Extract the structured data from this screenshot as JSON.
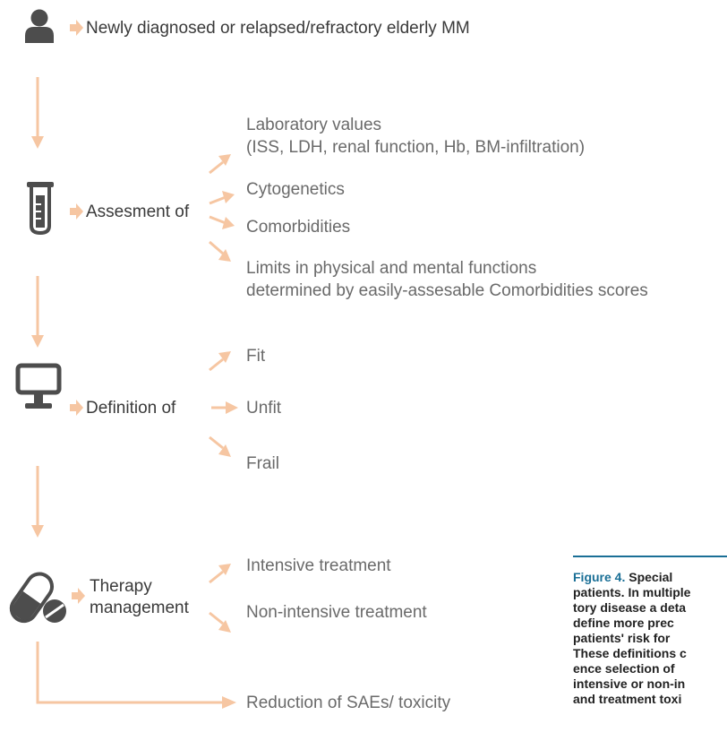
{
  "accent_color": "#f6c6a2",
  "icon_color": "#4d4d4d",
  "steps": {
    "population": {
      "icon": "person-icon",
      "label": "Newly diagnosed or relapsed/refractory elderly MM"
    },
    "assessment": {
      "icon": "test-tube-icon",
      "label": "Assesment of",
      "items": [
        {
          "line1": "Laboratory values",
          "line2": "(ISS, LDH, renal function, Hb, BM-infiltration)"
        },
        {
          "line1": "Cytogenetics"
        },
        {
          "line1": "Comorbidities"
        },
        {
          "line1": "Limits in physical and mental functions",
          "line2": "determined by easily-assesable Comorbidities scores"
        }
      ]
    },
    "definition": {
      "icon": "monitor-icon",
      "label": "Definition of",
      "items": [
        "Fit",
        "Unfit",
        "Frail"
      ]
    },
    "therapy": {
      "icon": "pills-icon",
      "label_line1": "Therapy",
      "label_line2": "management",
      "items": [
        "Intensive treatment",
        "Non-intensive treatment"
      ]
    },
    "outcome": {
      "label": "Reduction of  SAEs/ toxicity"
    }
  },
  "caption": {
    "figure_label": "Figure 4.",
    "lines": [
      "Special",
      "patients. In multiple",
      "tory disease a deta",
      "define more prec",
      "patients' risk for",
      "These definitions c",
      "ence selection of",
      "intensive or non-in",
      "and treatment toxi"
    ]
  }
}
